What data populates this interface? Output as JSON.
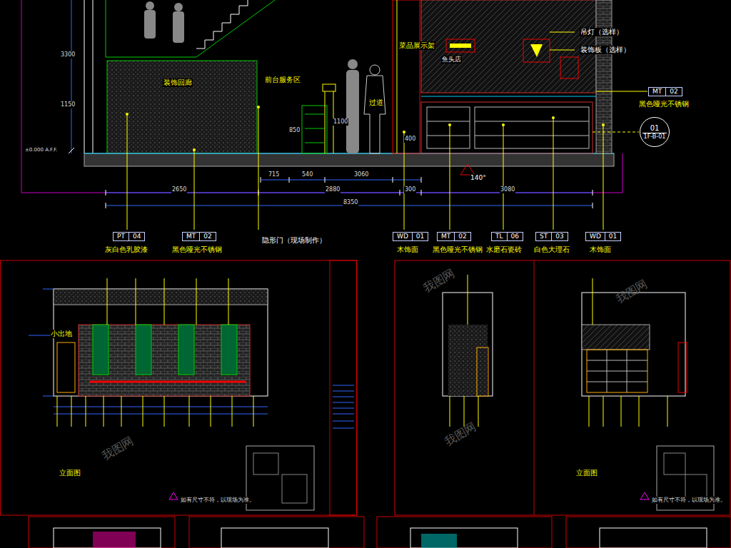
{
  "diagram": {
    "nodes": [
      {
        "text": [
          "PT",
          "04"
        ]
      },
      {
        "text": [
          "MT",
          "02"
        ]
      },
      {
        "text": [
          "WD",
          "01"
        ]
      },
      {
        "text": [
          "MT",
          "02"
        ]
      },
      {
        "text": [
          "TL",
          "06"
        ]
      },
      {
        "text": [
          "ST",
          "03"
        ]
      },
      {
        "text": [
          "WD",
          "01"
        ]
      },
      {
        "text": [
          "MT",
          "02"
        ]
      },
      {
        "text": [
          "01",
          "1F-B-01"
        ]
      }
    ],
    "labels": [
      "吊灯（选样）",
      "装饰板（选样）",
      "鱼头店",
      "菜品展示架",
      "黑色哑光不锈钢",
      "装饰回廊",
      "前台服务区",
      "过道",
      "灰白色乳胶漆",
      "黑色哑光不锈钢",
      "隐形门（现场制作）",
      "木饰面",
      "黑色哑光不锈钢",
      "水磨石瓷砖",
      "白色大理石",
      "木饰面",
      "715",
      "540",
      "3060",
      "2650",
      "2880",
      "300",
      "3080",
      "8350",
      "3300",
      "1150",
      "850",
      "1100",
      "400",
      "±0.000 A.F.F.",
      "140°",
      "立面图",
      "立面图",
      "如有尺寸不符，以现场为准。",
      "如有尺寸不符，以现场为准。",
      "小出地",
      "我图网",
      "我图网",
      "我图网",
      "我图网"
    ]
  }
}
